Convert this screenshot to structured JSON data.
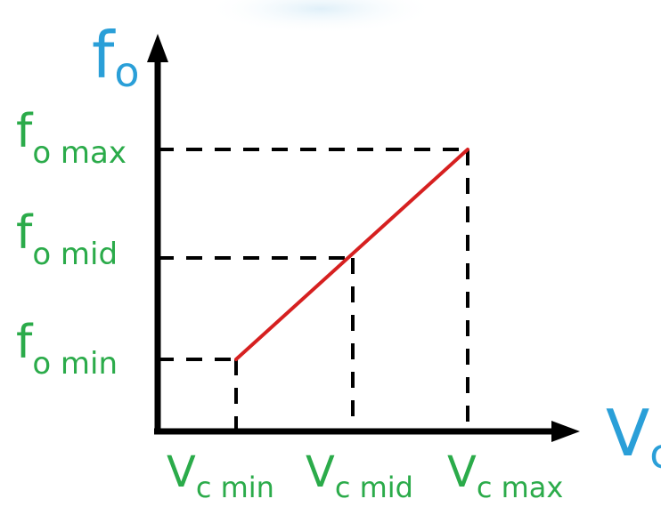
{
  "colors": {
    "axis": "#000000",
    "guide": "#000000",
    "line": "#d62020",
    "y_axis_label": "#2a9fd8",
    "x_axis_label": "#2a9fd8",
    "tick_label": "#2bab4a",
    "background_glow": "#dceef8"
  },
  "chart_data": {
    "type": "line",
    "axes": {
      "y": {
        "main": "f",
        "sub": "o"
      },
      "x": {
        "main": "V",
        "sub": "c"
      }
    },
    "x_ticks": [
      {
        "main": "V",
        "sub": "c min"
      },
      {
        "main": "V",
        "sub": "c mid"
      },
      {
        "main": "V",
        "sub": "c max"
      }
    ],
    "y_ticks": [
      {
        "main": "f",
        "sub": "o min"
      },
      {
        "main": "f",
        "sub": "o mid"
      },
      {
        "main": "f",
        "sub": "o max"
      }
    ],
    "points": [
      {
        "x": "V c min",
        "y": "f o min"
      },
      {
        "x": "V c mid",
        "y": "f o mid"
      },
      {
        "x": "V c max",
        "y": "f o max"
      }
    ],
    "guide_lines": "dashed",
    "grid": false
  }
}
